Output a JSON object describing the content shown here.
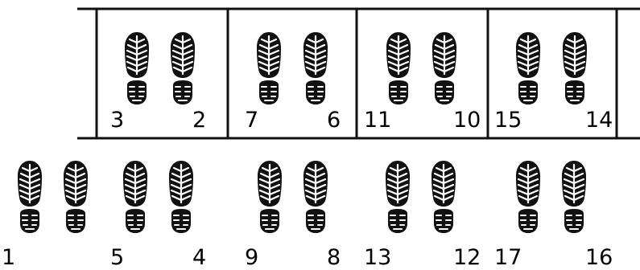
{
  "icon": "boot-footprint-icon",
  "colors": {
    "ink": "#111111",
    "background": "#ffffff"
  },
  "top_row": {
    "boxes": [
      {
        "left_label": "3",
        "right_label": "2"
      },
      {
        "left_label": "7",
        "right_label": "6"
      },
      {
        "left_label": "11",
        "right_label": "10"
      },
      {
        "left_label": "15",
        "right_label": "14"
      }
    ]
  },
  "bottom_row": {
    "groups": [
      {
        "left_label": "1",
        "right_label": ""
      },
      {
        "left_label": "5",
        "right_label": "4"
      },
      {
        "left_label": "9",
        "right_label": "8"
      },
      {
        "left_label": "13",
        "right_label": "12"
      },
      {
        "left_label": "17",
        "right_label": "16"
      }
    ]
  }
}
